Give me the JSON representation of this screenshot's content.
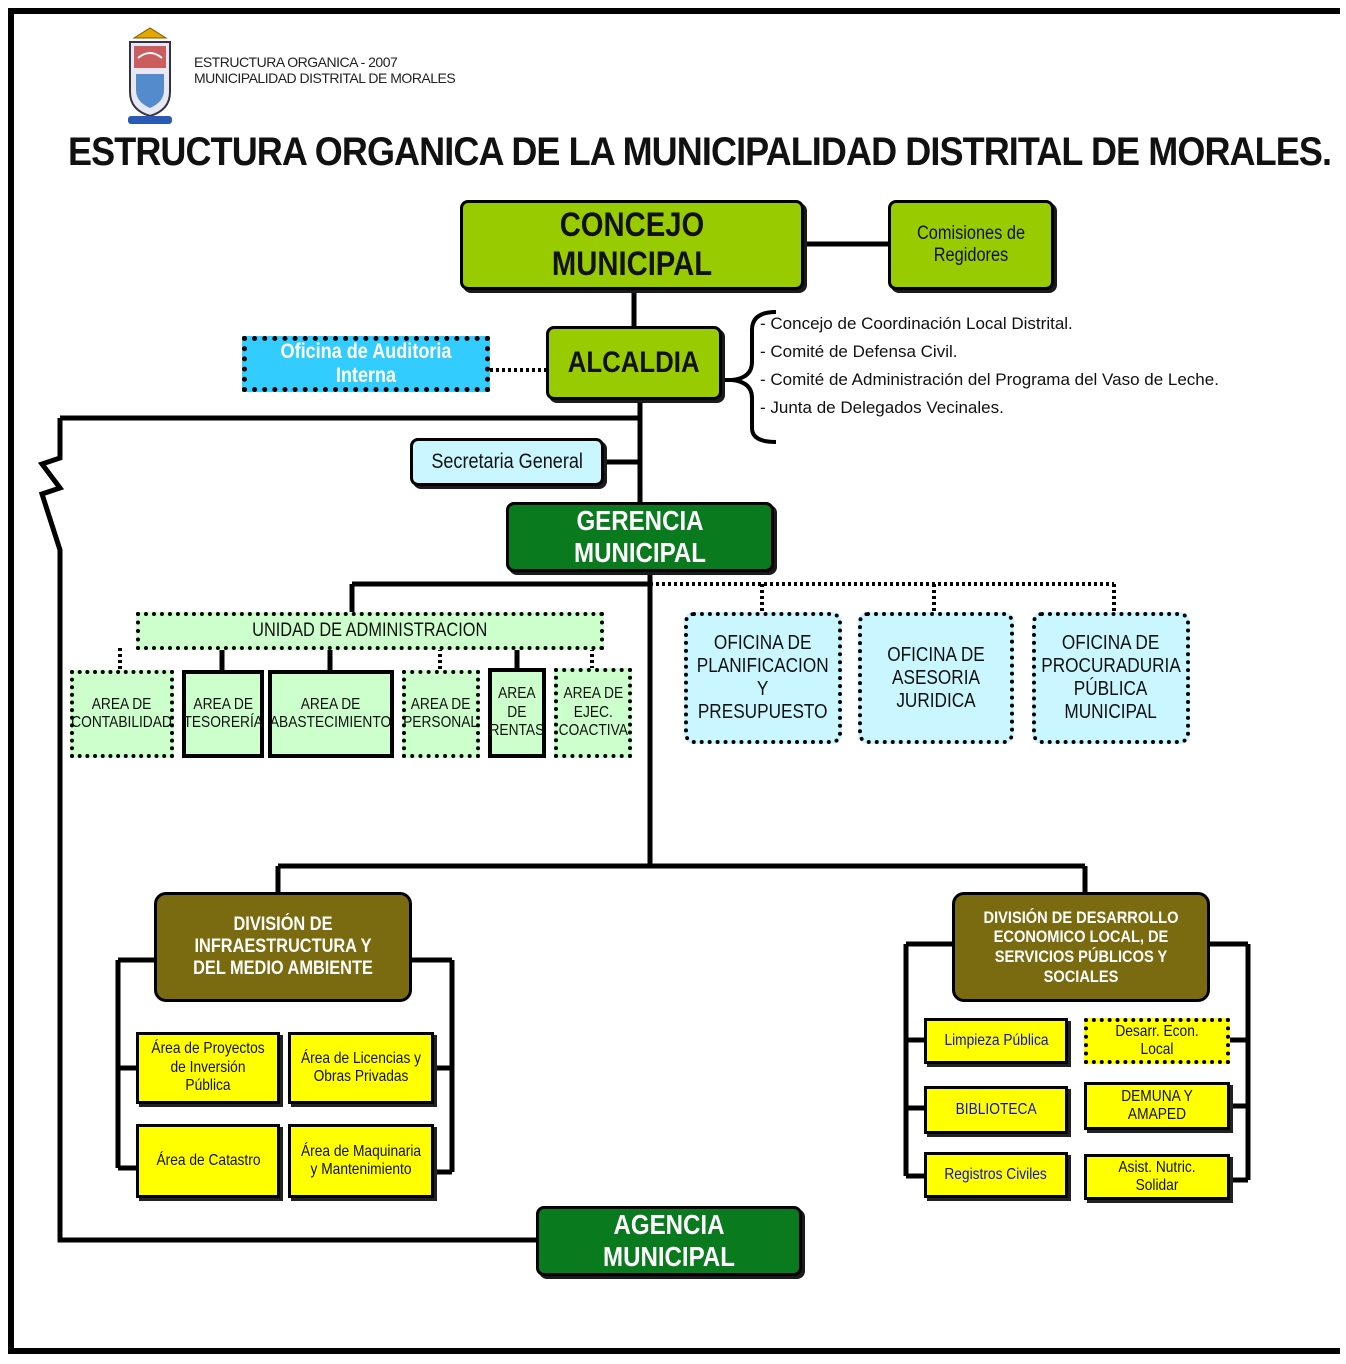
{
  "header": {
    "line1": "ESTRUCTURA ORGANICA - 2007",
    "line2": "MUNICIPALIDAD DISTRITAL DE MORALES"
  },
  "title": "ESTRUCTURA ORGANICA DE LA MUNICIPALIDAD DISTRITAL DE MORALES.",
  "nodes": {
    "concejo": "CONCEJO MUNICIPAL",
    "comisiones": "Comisiones de Regidores",
    "alcaldia": "ALCALDIA",
    "auditoria": "Oficina de Auditoria Interna",
    "secretaria": "Secretaria General",
    "gerencia": "GERENCIA MUNICIPAL",
    "unidad_admin": "UNIDAD DE ADMINISTRACION",
    "contabilidad": "AREA DE CONTABILIDAD",
    "tesoreria": "AREA DE TESORERÍA",
    "abastecimiento": "AREA DE ABASTECIMIENTO",
    "personal": "AREA DE PERSONAL",
    "rentas": "AREA DE RENTAS",
    "coactiva": "AREA DE EJEC. COACTIVA",
    "planificacion": "OFICINA DE PLANIFICACION Y PRESUPUESTO",
    "asesoria": "OFICINA DE ASESORIA JURIDICA",
    "procuraduria": "OFICINA DE PROCURADURIA PÚBLICA MUNICIPAL",
    "div_infra": "DIVISIÓN DE INFRAESTRUCTURA Y DEL MEDIO AMBIENTE",
    "div_desarrollo": "DIVISIÓN DE DESARROLLO ECONOMICO LOCAL, DE SERVICIOS PÚBLICOS Y SOCIALES",
    "proyectos": "Área de Proyectos de Inversión  Pública",
    "licencias": "Área de Licencias y Obras Privadas",
    "catastro": "Área de Catastro",
    "maquinaria": "Área de Maquinaria  y Mantenimiento",
    "limpieza": "Limpieza Pública",
    "desarr_econ": "Desarr. Econ. Local",
    "biblioteca": "BIBLIOTECA",
    "demuna": "DEMUNA Y AMAPED",
    "registros": "Registros Civiles",
    "asist_nutric": "Asist. Nutric. Solidar",
    "agencia": "AGENCIA MUNICIPAL"
  },
  "alcaldia_bodies": [
    "Concejo de Coordinación Local Distrital.",
    "Comité de Defensa Civil.",
    "Comité de Administración del  Programa del Vaso de Leche.",
    "Junta de Delegados Vecinales."
  ],
  "colors": {
    "lime": "#99cc00",
    "dark_green": "#0a7a1e",
    "olive": "#7a6a10",
    "pale_green": "#ccffcc",
    "light_cyan": "#c9f6ff",
    "yellow": "#ffff00",
    "blue_text": "#1010cc"
  },
  "icons": {
    "crest": "municipal-crest-icon"
  }
}
